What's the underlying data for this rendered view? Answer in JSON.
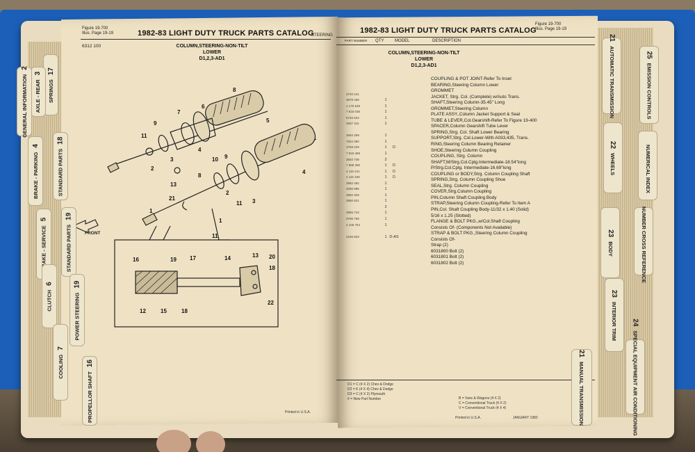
{
  "left_page": {
    "figure_ref": "Figure 19-700",
    "illus_ref": "Illus. Page 19-19",
    "catalog_title": "1982-83 LIGHT DUTY TRUCK PARTS CATALOG",
    "right_code": "STEERING",
    "group_code": "6312 100",
    "section_heading": "COLUMN,STEERING-NON-TILT",
    "section_sub": "LOWER",
    "section_code": "D1,2,3-AD1",
    "front_label": "FRONT",
    "footer": "Printed in U.S.A.",
    "callouts": [
      "1",
      "2",
      "3",
      "4",
      "5",
      "6",
      "7",
      "8",
      "9",
      "10",
      "11",
      "12",
      "13",
      "14",
      "15",
      "16",
      "17",
      "18",
      "19",
      "20",
      "21",
      "22"
    ]
  },
  "right_page": {
    "figure_ref": "Figure 19-700",
    "illus_ref": "Illus. Page 19-19",
    "catalog_title": "1982-83 LIGHT DUTY TRUCK PARTS CATALOG",
    "columns": [
      "PART NUMBER",
      "QTY",
      "MODEL",
      "DESCRIPTION"
    ],
    "section_heading": "COLUMN,STEERING-NON-TILT",
    "section_sub": "LOWER",
    "section_code": "D1,2,3-AD1",
    "descriptions": [
      "COUPLING & POT JOINT-Refer To Inset",
      "BEARING,Steering Column Lower",
      "GROMMET",
      "JACKET, Strg. Col. (Complete) w/Auto Trans.",
      "SHAFT,Steering Column-35.45\" Long",
      "GROMMET,Steering Column",
      "PLATE ASSY.,Column Jacket Support & Seal",
      "TUBE & LEVER,Col.Gearshift-Refer To Figure 19-400",
      "SPACER,Column Gearshift Tube Lever",
      "SPRING,Strg. Col. Shaft Lower Bearing",
      "SUPPORT,Strg. Col.Lower-With A033,435, Trans.",
      "RING,Steering Column Bearing Retainer",
      "SHOE,Steering Column Coupling",
      "COUPLING, Strg. Column",
      "SHAFT,M/Strg.Col.Cplg.Intermediate-18.54\"long",
      "  P/Strg.Col.Cplg. Intermediate-16.69\"long",
      "COUPLING or BODY,Strg. Column Coupling Shaft",
      "SPRING,Strg. Column Coupling Shoe",
      "SEAL,Strg. Column Coupling",
      "COVER,Strg.Column Coupling",
      "PIN,Column Shaft Coupling Body",
      "STRAP,Steering Column Coupling-Refer To Item A",
      "PIN,Col. Shaft Coupling Body-11/32 x 1.40 (Solid)",
      "  5/16 x 1.25 (Slotted)",
      "FLANGE & BOLT PKG.,w/Col.Shaft Coupling",
      "Consists Of- (Components Not Available)",
      "STRAP & BOLT PKG.,Steering Column Coupling",
      "  Consists Of-",
      "  Strap (2)",
      "  6031800 Bolt (2)",
      "  6031801 Bolt (2)",
      "  6031802 Bolt (2)"
    ],
    "part_numbers": [
      "",
      "3740 241",
      "3879 338",
      "1 170 649",
      "7 815 036",
      "5740 634",
      "3937 115",
      "",
      "3840 269",
      "7834 390",
      "3758 229",
      "7 819 469",
      "3840 738",
      "7 888 390",
      "4 115 241",
      "4 115 169",
      "3982 492",
      "4090 985",
      "3982 329",
      "3960 621",
      "",
      "3966 743",
      "9796 756",
      "4 106 754",
      "",
      "4166 823"
    ],
    "quantities": [
      "",
      "",
      "1",
      "1",
      "1",
      "1",
      "1",
      "",
      "1",
      "1",
      "1",
      "1",
      "2",
      "1",
      "1",
      "1",
      "1",
      "1",
      "1",
      "1",
      "2",
      "1",
      "1",
      "1",
      "",
      "1"
    ],
    "models": [
      "",
      "",
      "",
      "",
      "",
      "",
      "",
      "",
      "",
      "",
      "D",
      "",
      "",
      "D",
      "D",
      "D",
      "",
      "",
      "",
      "",
      "",
      "",
      "",
      "",
      "",
      "D-AS"
    ],
    "legend_left": [
      "D1 = C (4 X 2) Chev & Dodge",
      "D2 = K (4 X 4) Chev & Dodge",
      "D3 = C (4 X 2) Plymouth",
      "# = New Part Number"
    ],
    "legend_right": [
      "B = Vans & Wagons (4 X 2)",
      "C = Conventional Truck (4 X 2)",
      "V = Conventional Truck (4 X 4)"
    ],
    "footer": "Printed in U.S.A.",
    "footer_date": "JANUARY 1983"
  },
  "left_tabs": [
    {
      "num": "17",
      "label": "SPRINGS"
    },
    {
      "num": "3",
      "label": "AXLE - REAR"
    },
    {
      "num": "2",
      "label": "GENERAL INFORMATION"
    },
    {
      "num": "18",
      "label": "STANDARD PARTS"
    },
    {
      "num": "4",
      "label": "BRAKE - PARKING"
    },
    {
      "num": "19",
      "label": "STANDARD PARTS"
    },
    {
      "num": "5",
      "label": "BRAKE - SERVICE"
    },
    {
      "num": "19",
      "label": "POWER STEERING"
    },
    {
      "num": "6",
      "label": "CLUTCH"
    },
    {
      "num": "7",
      "label": "COOLING"
    },
    {
      "num": "16",
      "label": "PROPELLOR SHAFT"
    }
  ],
  "right_tabs": [
    {
      "num": "21",
      "label": "AUTOMATIC TRANSMISSION"
    },
    {
      "num": "25",
      "label": "EMISSION CONTROLS"
    },
    {
      "num": "22",
      "label": "WHEELS"
    },
    {
      "num": "",
      "label": "NUMERICAL INDEX"
    },
    {
      "num": "23",
      "label": "BODY"
    },
    {
      "num": "",
      "label": "NUMBER CROSS REFERENCE"
    },
    {
      "num": "23",
      "label": "INTERIOR TRIM"
    },
    {
      "num": "24",
      "label": "SPECIAL EQUIPMENT AIR CONDITIONING"
    },
    {
      "num": "21",
      "label": "MANUAL TRANSMISSION"
    }
  ]
}
